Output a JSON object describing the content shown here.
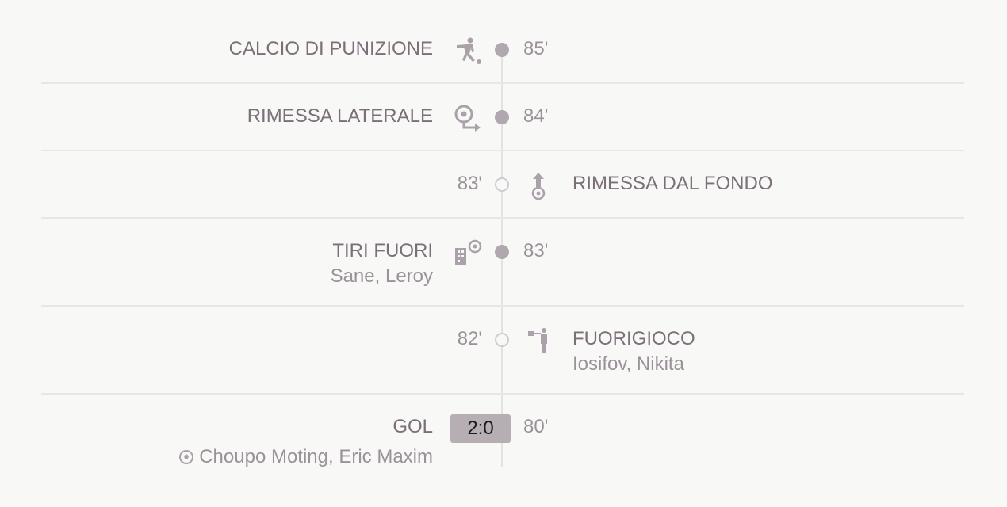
{
  "colors": {
    "text_primary": "#7b6f78",
    "text_secondary": "#9a9298",
    "dot_filled": "#b0a8ae",
    "score_bg": "#b6aeb3",
    "background": "#f8f8f7"
  },
  "events": [
    {
      "title": "CALCIO DI PUNIZIONE",
      "minute": "85'",
      "side": "left",
      "icon": "free-kick-icon"
    },
    {
      "title": "RIMESSA LATERALE",
      "minute": "84'",
      "side": "left",
      "icon": "throw-in-icon"
    },
    {
      "title": "RIMESSA DAL FONDO",
      "minute": "83'",
      "side": "right",
      "icon": "goal-kick-icon"
    },
    {
      "title": "TIRI FUORI",
      "player": "Sane, Leroy",
      "minute": "83'",
      "side": "left",
      "icon": "shot-off-target-icon"
    },
    {
      "title": "FUORIGIOCO",
      "player": "Iosifov, Nikita",
      "minute": "82'",
      "side": "right",
      "icon": "offside-icon"
    },
    {
      "title": "GOL",
      "score": "2:0",
      "player": "Choupo Moting, Eric Maxim",
      "minute": "80'",
      "side": "left",
      "icon": "ball-icon"
    }
  ]
}
